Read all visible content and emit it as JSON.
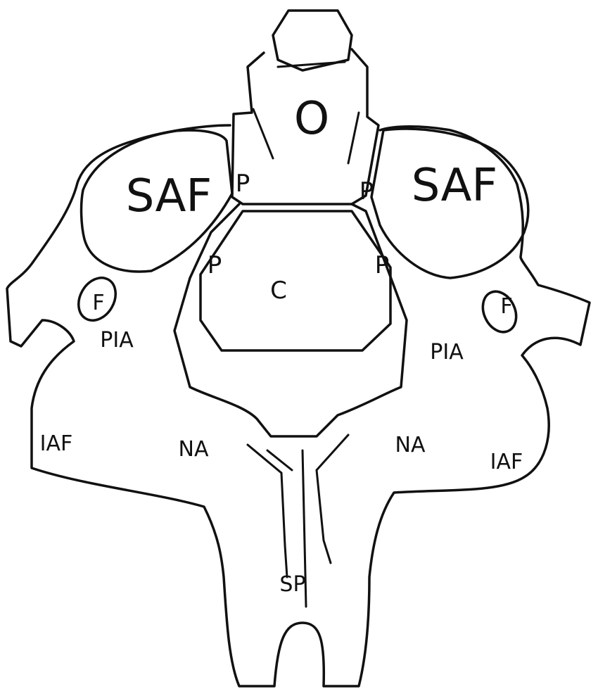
{
  "labels": {
    "odontoid": "O",
    "saf_left": "SAF",
    "saf_right": "SAF",
    "p_upper_left": "P",
    "p_upper_right": "P",
    "p_lower_left": "P",
    "p_lower_right": "P",
    "canal": "C",
    "f_left": "F",
    "f_right": "F",
    "pia_left": "PIA",
    "pia_right": "PIA",
    "iaf_left": "IAF",
    "iaf_right": "IAF",
    "na_left": "NA",
    "na_right": "NA",
    "sp": "SP"
  },
  "colors": {
    "line": "#111111",
    "background": "#ffffff"
  }
}
